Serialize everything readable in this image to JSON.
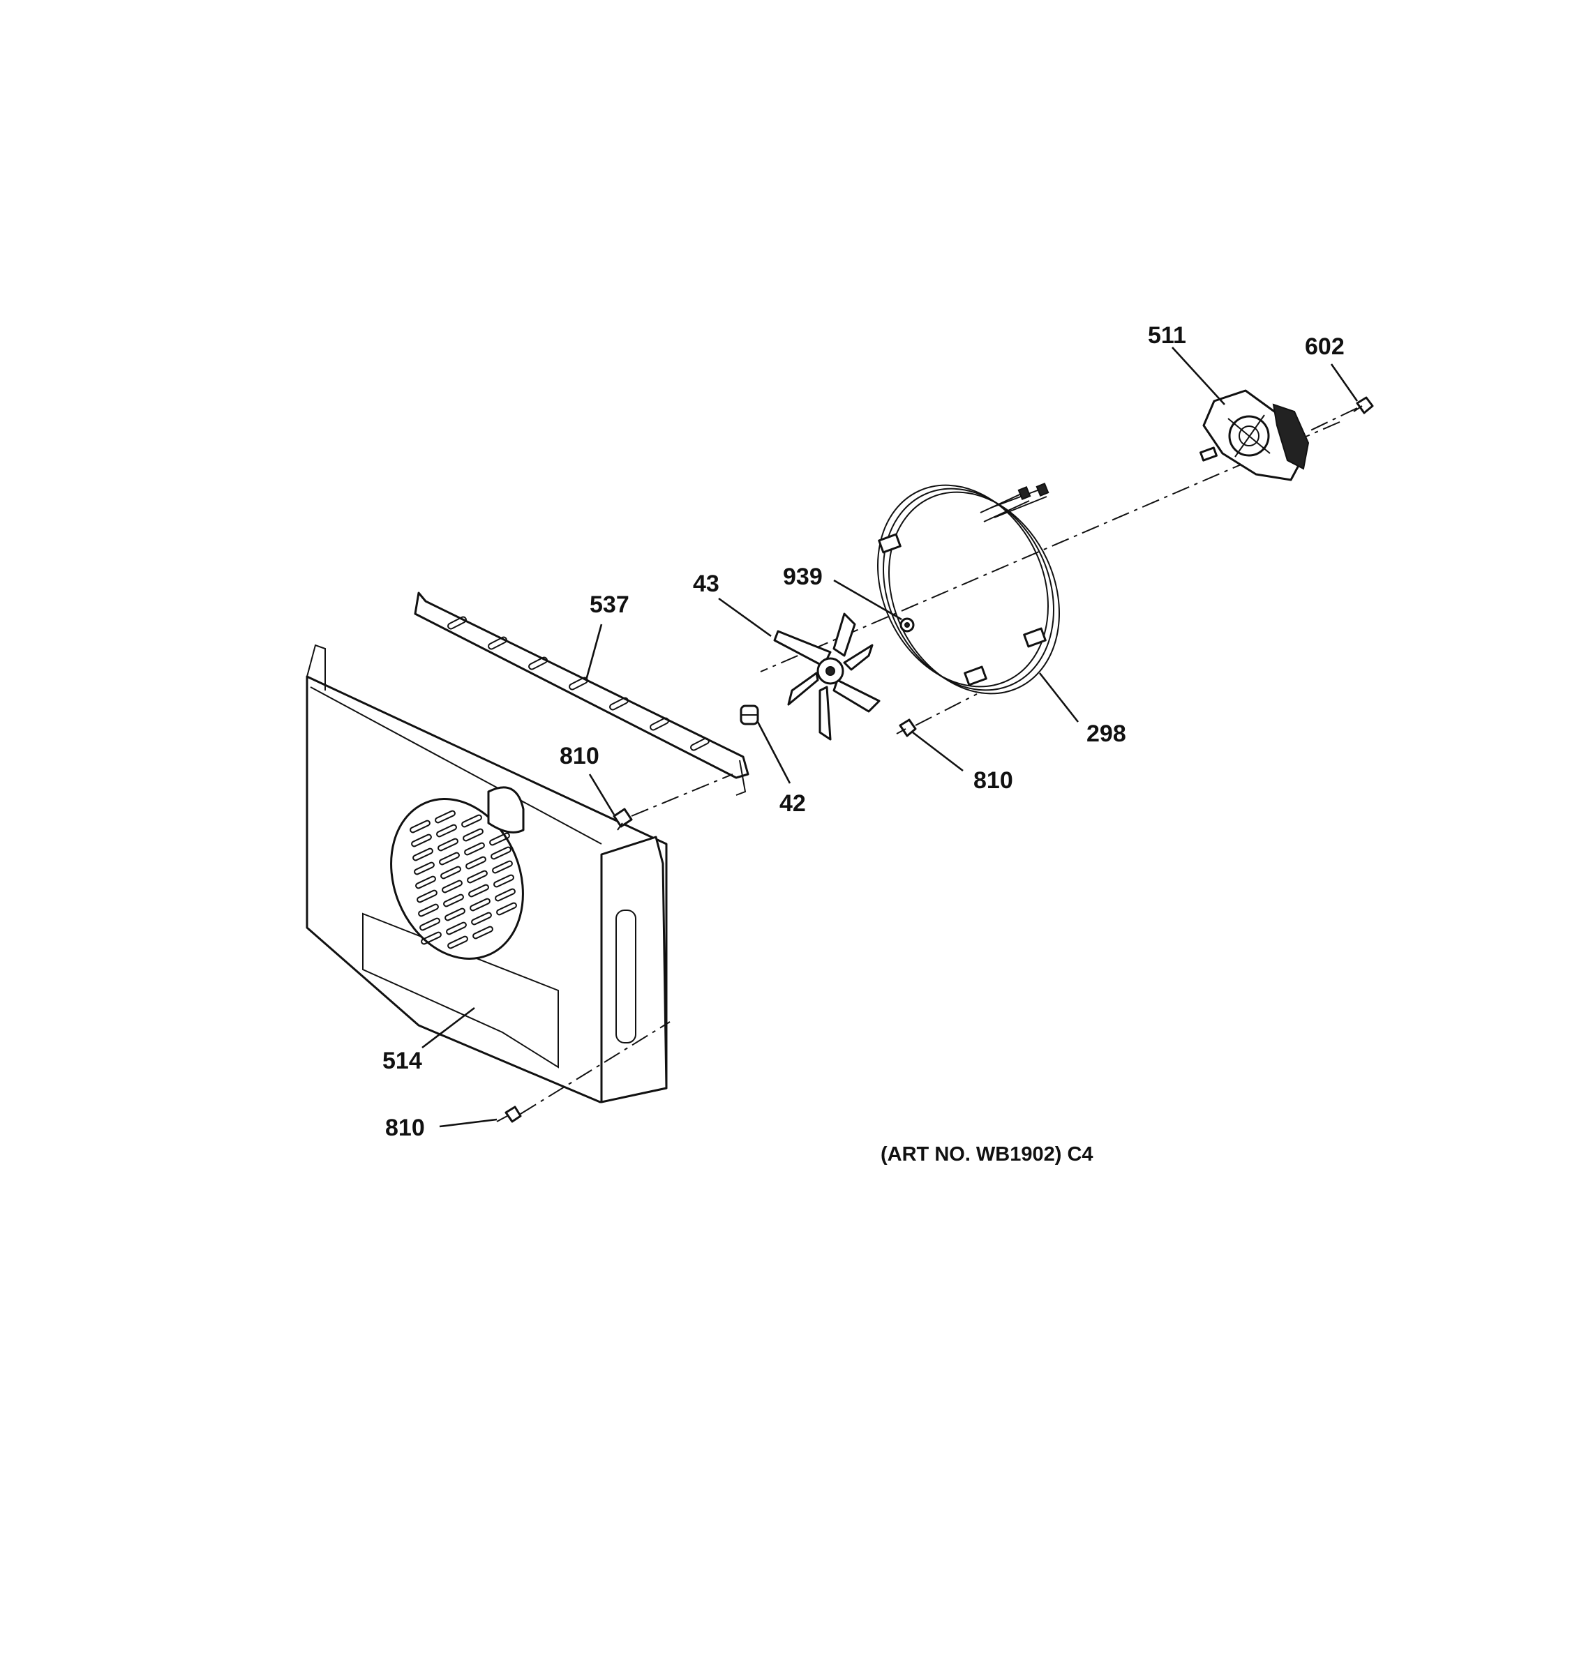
{
  "callouts": {
    "c511": "511",
    "c602": "602",
    "c939": "939",
    "c43": "43",
    "c537": "537",
    "c298": "298",
    "c810_a": "810",
    "c810_b": "810",
    "c810_c": "810",
    "c42": "42",
    "c514": "514"
  },
  "art_number": "(ART NO. WB1902) C4",
  "parts": {
    "p511": "motor-icon",
    "p602": "screw-icon",
    "p939": "washer-icon",
    "p43": "fan-blade-icon",
    "p537": "bracket-icon",
    "p298": "heating-element-icon",
    "p810": "screw-icon",
    "p42": "nut-icon",
    "p514": "fan-cover-icon"
  }
}
